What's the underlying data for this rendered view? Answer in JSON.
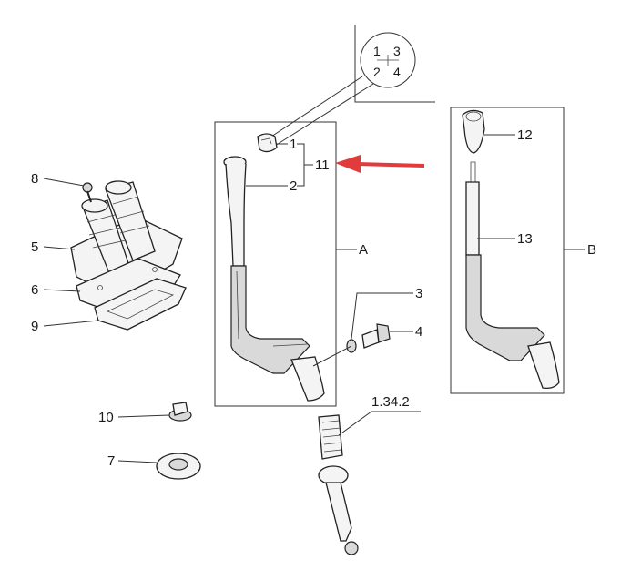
{
  "gear_pattern": [
    "1",
    "3",
    "2",
    "4"
  ],
  "labels": {
    "p1": "1",
    "p2": "2",
    "p3": "3",
    "p4": "4",
    "p5": "5",
    "p6": "6",
    "p7": "7",
    "p8": "8",
    "p9": "9",
    "p10": "10",
    "p11": "11",
    "p12": "12",
    "p13": "13",
    "shaft": "1.34.2",
    "boxA": "A",
    "boxB": "B"
  },
  "colors": {
    "arrow": "#e23b3b",
    "line": "#333333"
  }
}
